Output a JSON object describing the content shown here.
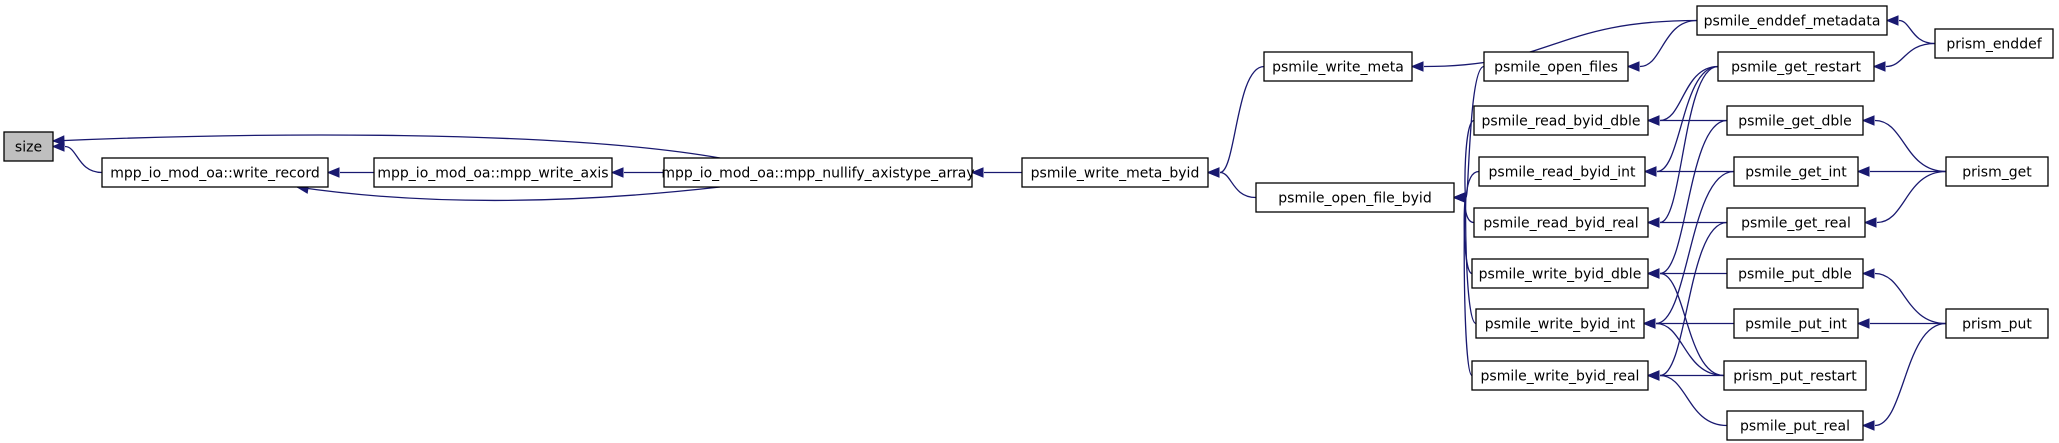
{
  "diagram": {
    "nodes": [
      {
        "id": "size",
        "label": "size",
        "root": true
      },
      {
        "id": "write_record",
        "label": "mpp_io_mod_oa::write_record"
      },
      {
        "id": "mpp_write_axis",
        "label": "mpp_io_mod_oa::mpp_write_axis"
      },
      {
        "id": "mpp_nullify",
        "label": "mpp_io_mod_oa::mpp_nullify_axistype_array"
      },
      {
        "id": "write_meta_byid",
        "label": "psmile_write_meta_byid"
      },
      {
        "id": "write_meta",
        "label": "psmile_write_meta"
      },
      {
        "id": "open_file_byid",
        "label": "psmile_open_file_byid"
      },
      {
        "id": "open_files",
        "label": "psmile_open_files"
      },
      {
        "id": "read_byid_dble",
        "label": "psmile_read_byid_dble"
      },
      {
        "id": "read_byid_int",
        "label": "psmile_read_byid_int"
      },
      {
        "id": "read_byid_real",
        "label": "psmile_read_byid_real"
      },
      {
        "id": "write_byid_dble",
        "label": "psmile_write_byid_dble"
      },
      {
        "id": "write_byid_int",
        "label": "psmile_write_byid_int"
      },
      {
        "id": "write_byid_real",
        "label": "psmile_write_byid_real"
      },
      {
        "id": "enddef_metadata",
        "label": "psmile_enddef_metadata"
      },
      {
        "id": "get_restart",
        "label": "psmile_get_restart"
      },
      {
        "id": "get_dble",
        "label": "psmile_get_dble"
      },
      {
        "id": "get_int",
        "label": "psmile_get_int"
      },
      {
        "id": "get_real",
        "label": "psmile_get_real"
      },
      {
        "id": "put_dble",
        "label": "psmile_put_dble"
      },
      {
        "id": "put_int",
        "label": "psmile_put_int"
      },
      {
        "id": "prism_put_restart",
        "label": "prism_put_restart"
      },
      {
        "id": "put_real",
        "label": "psmile_put_real"
      },
      {
        "id": "prism_enddef",
        "label": "prism_enddef"
      },
      {
        "id": "prism_get",
        "label": "prism_get"
      },
      {
        "id": "prism_put",
        "label": "prism_put"
      }
    ],
    "edges": [
      {
        "from": "write_record",
        "to": "size"
      },
      {
        "from": "mpp_nullify",
        "to": "size"
      },
      {
        "from": "mpp_write_axis",
        "to": "write_record"
      },
      {
        "from": "mpp_nullify",
        "to": "write_record"
      },
      {
        "from": "mpp_nullify",
        "to": "mpp_write_axis"
      },
      {
        "from": "write_meta_byid",
        "to": "mpp_nullify"
      },
      {
        "from": "write_meta",
        "to": "write_meta_byid"
      },
      {
        "from": "open_file_byid",
        "to": "write_meta_byid"
      },
      {
        "from": "enddef_metadata",
        "to": "write_meta"
      },
      {
        "from": "open_files",
        "to": "open_file_byid"
      },
      {
        "from": "read_byid_dble",
        "to": "open_file_byid"
      },
      {
        "from": "read_byid_int",
        "to": "open_file_byid"
      },
      {
        "from": "read_byid_real",
        "to": "open_file_byid"
      },
      {
        "from": "write_byid_dble",
        "to": "open_file_byid"
      },
      {
        "from": "write_byid_int",
        "to": "open_file_byid"
      },
      {
        "from": "write_byid_real",
        "to": "open_file_byid"
      },
      {
        "from": "enddef_metadata",
        "to": "open_files"
      },
      {
        "from": "prism_enddef",
        "to": "enddef_metadata"
      },
      {
        "from": "prism_enddef",
        "to": "get_restart"
      },
      {
        "from": "get_restart",
        "to": "read_byid_dble"
      },
      {
        "from": "get_dble",
        "to": "read_byid_dble"
      },
      {
        "from": "get_restart",
        "to": "read_byid_int"
      },
      {
        "from": "get_int",
        "to": "read_byid_int"
      },
      {
        "from": "get_restart",
        "to": "read_byid_real"
      },
      {
        "from": "get_real",
        "to": "read_byid_real"
      },
      {
        "from": "get_dble",
        "to": "write_byid_dble"
      },
      {
        "from": "put_dble",
        "to": "write_byid_dble"
      },
      {
        "from": "prism_put_restart",
        "to": "write_byid_dble"
      },
      {
        "from": "get_int",
        "to": "write_byid_int"
      },
      {
        "from": "put_int",
        "to": "write_byid_int"
      },
      {
        "from": "prism_put_restart",
        "to": "write_byid_int"
      },
      {
        "from": "get_real",
        "to": "write_byid_real"
      },
      {
        "from": "prism_put_restart",
        "to": "write_byid_real"
      },
      {
        "from": "put_real",
        "to": "write_byid_real"
      },
      {
        "from": "prism_get",
        "to": "get_dble"
      },
      {
        "from": "prism_get",
        "to": "get_int"
      },
      {
        "from": "prism_get",
        "to": "get_real"
      },
      {
        "from": "prism_put",
        "to": "put_dble"
      },
      {
        "from": "prism_put",
        "to": "put_int"
      },
      {
        "from": "prism_put",
        "to": "put_real"
      }
    ]
  }
}
